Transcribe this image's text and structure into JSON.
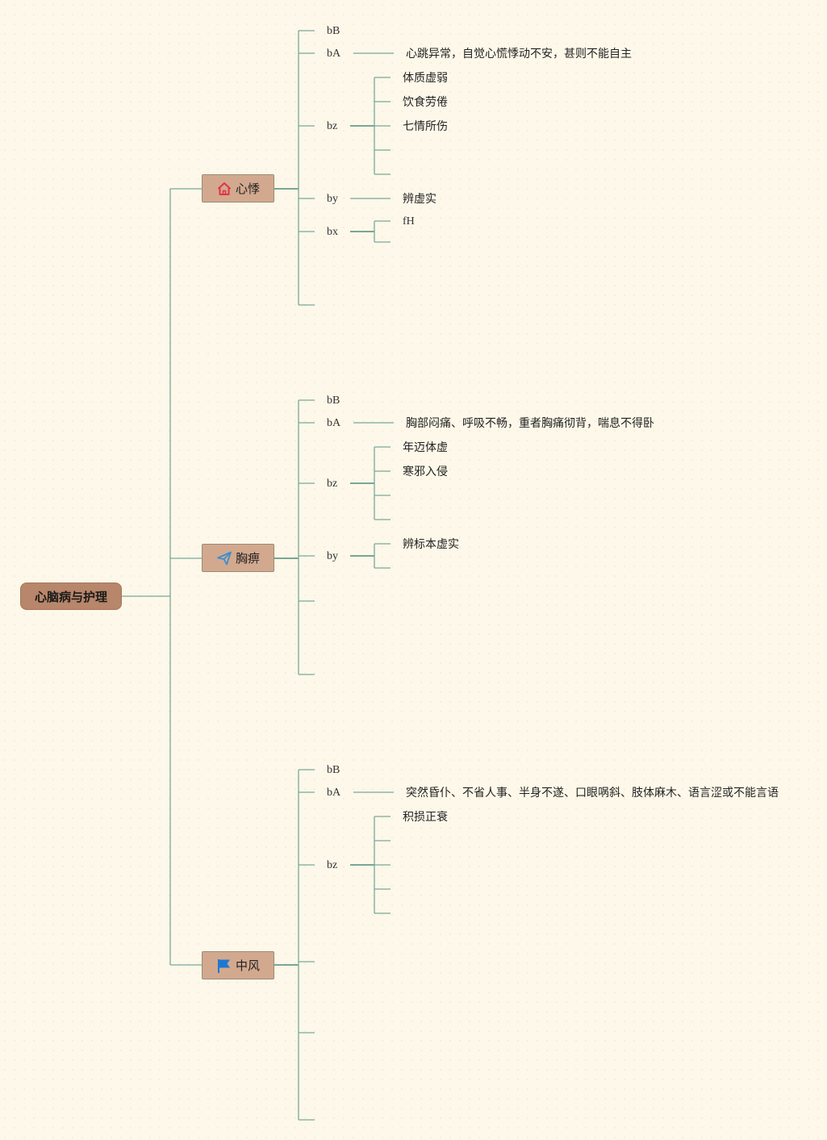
{
  "root": {
    "title": "心脑病与护理"
  },
  "branches": [
    {
      "title": "心悸",
      "icon": "home-icon",
      "labels": {
        "bB": "bB",
        "bA": "bA",
        "bz": "bz",
        "by": "by",
        "bx": "bx"
      },
      "definition": "心跳异常，自觉心慌悸动不安，甚则不能自主",
      "causes": [
        "体质虚弱",
        "饮食劳倦",
        "七情所伤"
      ],
      "diagnosis": "辨虚实",
      "bx_item": "fH"
    },
    {
      "title": "胸痹",
      "icon": "send-icon",
      "labels": {
        "bB": "bB",
        "bA": "bA",
        "bz": "bz",
        "by": "by"
      },
      "definition": "胸部闷痛、呼吸不畅，重者胸痛彻背，喘息不得卧",
      "causes": [
        "年迈体虚",
        "寒邪入侵"
      ],
      "diagnosis": "辨标本虚实"
    },
    {
      "title": "中风",
      "icon": "flag-icon",
      "labels": {
        "bB": "bB",
        "bA": "bA",
        "bz": "bz"
      },
      "definition": "突然昏仆、不省人事、半身不遂、口眼㖞斜、肢体麻木、语言涩或不能言语",
      "causes": [
        "积损正衰"
      ]
    }
  ],
  "colors": {
    "background": "#fdf8e9",
    "line": "#7aa89a",
    "line_dark": "#4e8a7c",
    "root_fill": "#b8866a",
    "branch_fill": "#d2a98e",
    "home_icon": "#e0344a",
    "send_icon": "#3a8fd0",
    "flag_icon": "#1e78d2"
  }
}
